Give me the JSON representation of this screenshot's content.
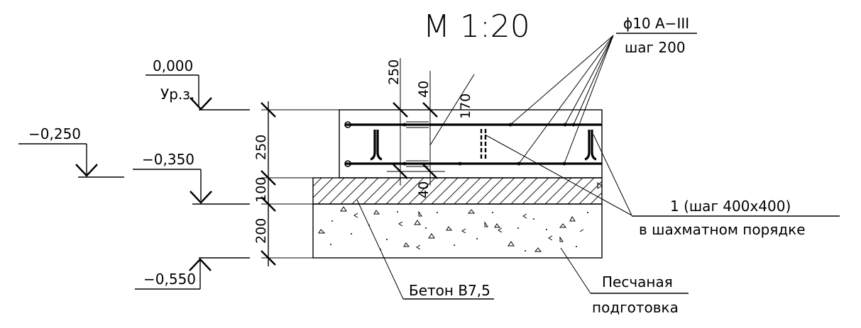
{
  "scale": "M 1:20",
  "levels": {
    "ground": "0,000",
    "ground_caption": "Ур.з.",
    "left": "−0,250",
    "mid": "−0,350",
    "bottom": "−0,550"
  },
  "dimensions": {
    "slab": "250",
    "concrete": "100",
    "sand": "200",
    "top_250": "250",
    "cover_top": "40",
    "top_170": "170",
    "cover_bottom": "40"
  },
  "callouts": {
    "rebar_line1": "ϕ10 А−III",
    "rebar_line2": "шаг 200",
    "frame_line1": "1 (шаг 400х400)",
    "frame_line2": "в шахматном порядке",
    "concrete": "Бетон В7,5",
    "sand_line1": "Песчаная",
    "sand_line2": "подготовка"
  }
}
